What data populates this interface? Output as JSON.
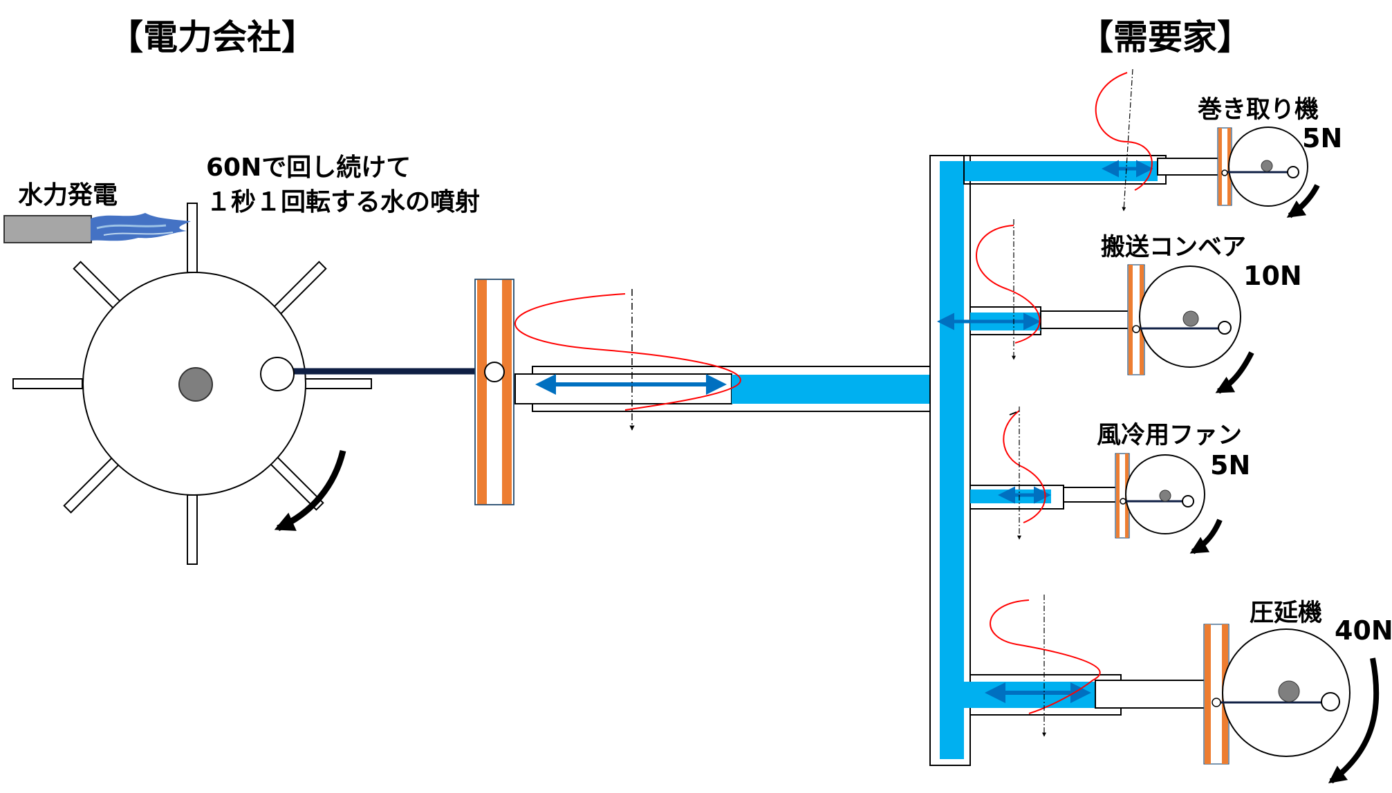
{
  "headings": {
    "power_company": "【電力会社】",
    "customers": "【需要家】"
  },
  "generator": {
    "label": "水力発電",
    "jet_line1": "60Nで回し続けて",
    "jet_line2": "１秒１回転する水の噴射"
  },
  "consumers": [
    {
      "name": "巻き取り機",
      "force": "5N"
    },
    {
      "name": "搬送コンベア",
      "force": "10N"
    },
    {
      "name": "風冷用ファン",
      "force": "5N"
    },
    {
      "name": "圧延機",
      "force": "40N"
    }
  ],
  "colors": {
    "water": "#00b0f0",
    "arrow_blue": "#0070c0",
    "wave_red": "#ff0000",
    "piston_orange": "#ed7d31",
    "nozzle_gray": "#a6a6a6",
    "axle_gray": "#7f7f7f",
    "jet_blue": "#4472c4",
    "rod_navy": "#0f1f44"
  }
}
